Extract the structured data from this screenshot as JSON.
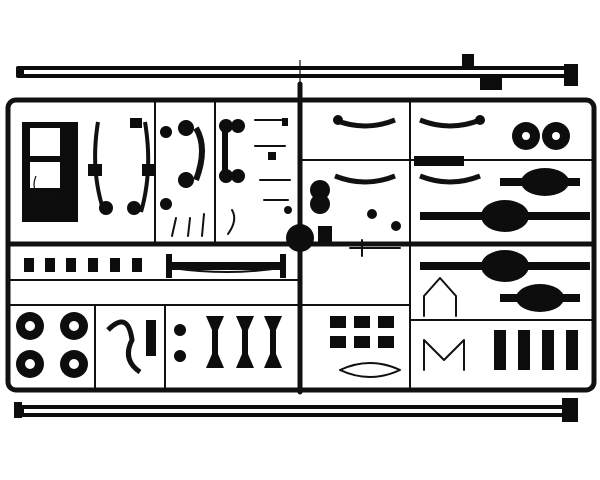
{
  "scene": {
    "background": "#ffffff",
    "part_color": "#0d0d0d",
    "runner_color": "#111111",
    "description_visible_text": ""
  },
  "parts": {
    "frame_rails": 2,
    "wheels": 4,
    "axles": 3,
    "drums": 2,
    "springs": 4,
    "cab_panel": 1
  }
}
